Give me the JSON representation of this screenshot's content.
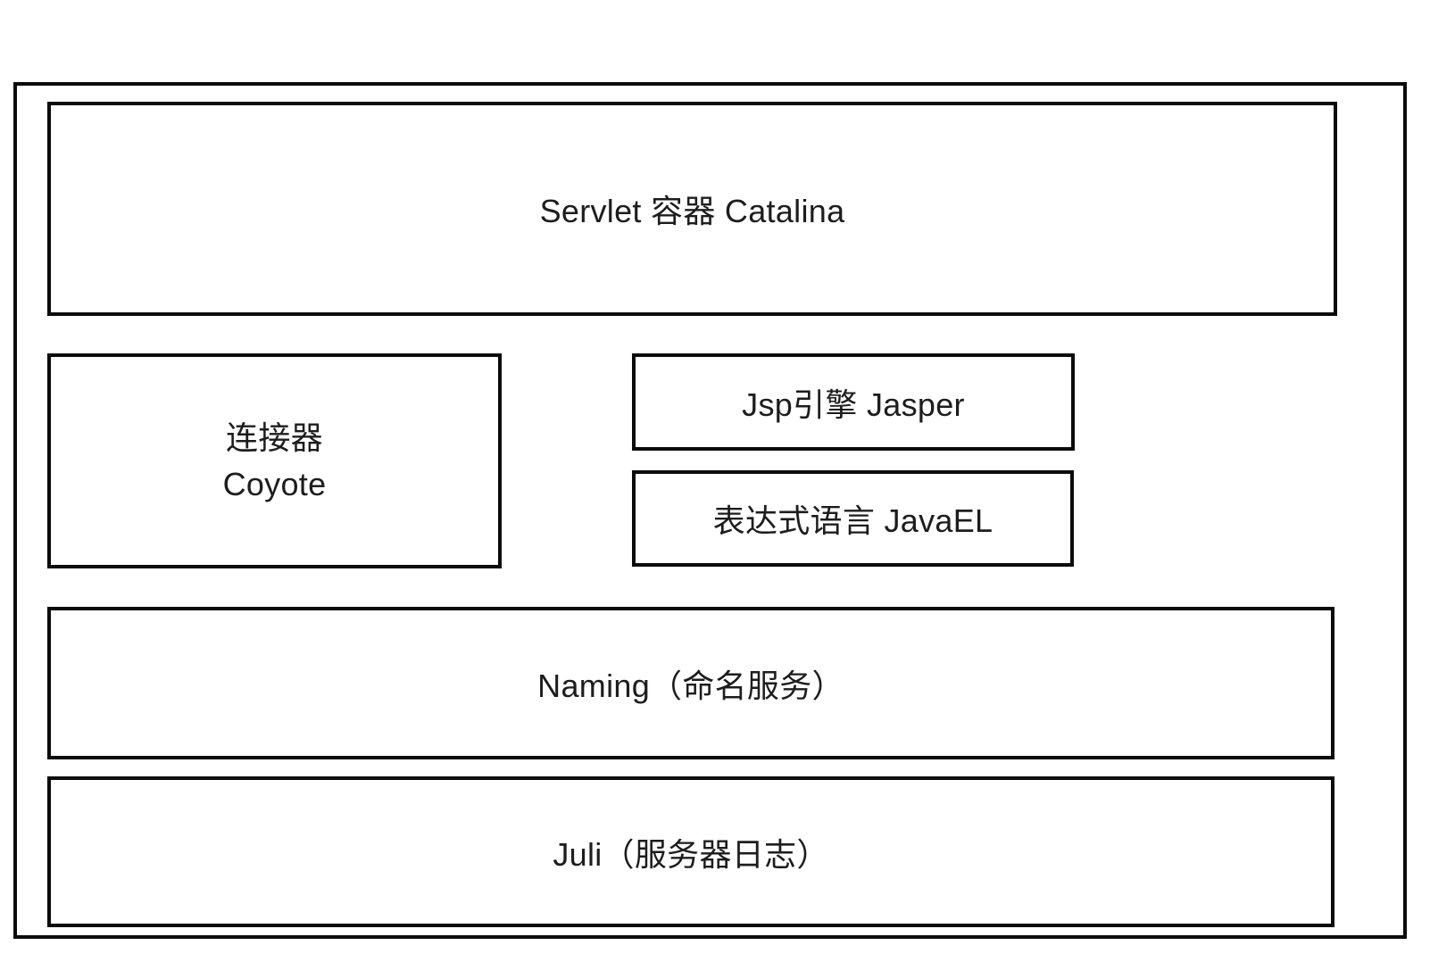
{
  "colors": {
    "border": "#0b0b0b",
    "text": "#1d1d1d",
    "background": "#ffffff"
  },
  "diagram": {
    "boxes": {
      "catalina": {
        "label": "Servlet 容器 Catalina"
      },
      "coyote": {
        "lines": [
          "连接器",
          "Coyote"
        ]
      },
      "jasper": {
        "label": "Jsp引擎 Jasper"
      },
      "javael": {
        "label": "表达式语言 JavaEL"
      },
      "naming": {
        "label": "Naming（命名服务）"
      },
      "juli": {
        "label": "Juli（服务器日志）"
      }
    }
  }
}
